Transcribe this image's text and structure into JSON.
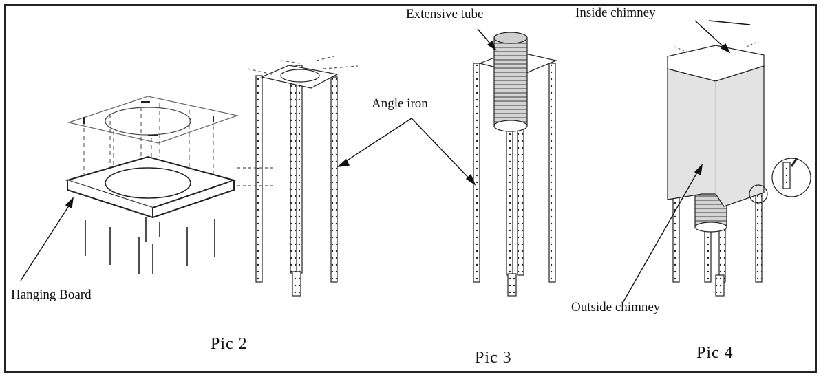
{
  "labels": {
    "hanging_board": "Hanging Board",
    "angle_iron": "Angle iron",
    "extensive_tube": "Extensive tube",
    "inside_chimney": "Inside chimney",
    "outside_chimney": "Outside chimney"
  },
  "captions": {
    "pic2": "Pic 2",
    "pic3": "Pic 3",
    "pic4": "Pic 4"
  },
  "colors": {
    "line": "#222222",
    "chimney_fill": "#e3e3e3",
    "tube_fill": "#cfcfcf"
  }
}
